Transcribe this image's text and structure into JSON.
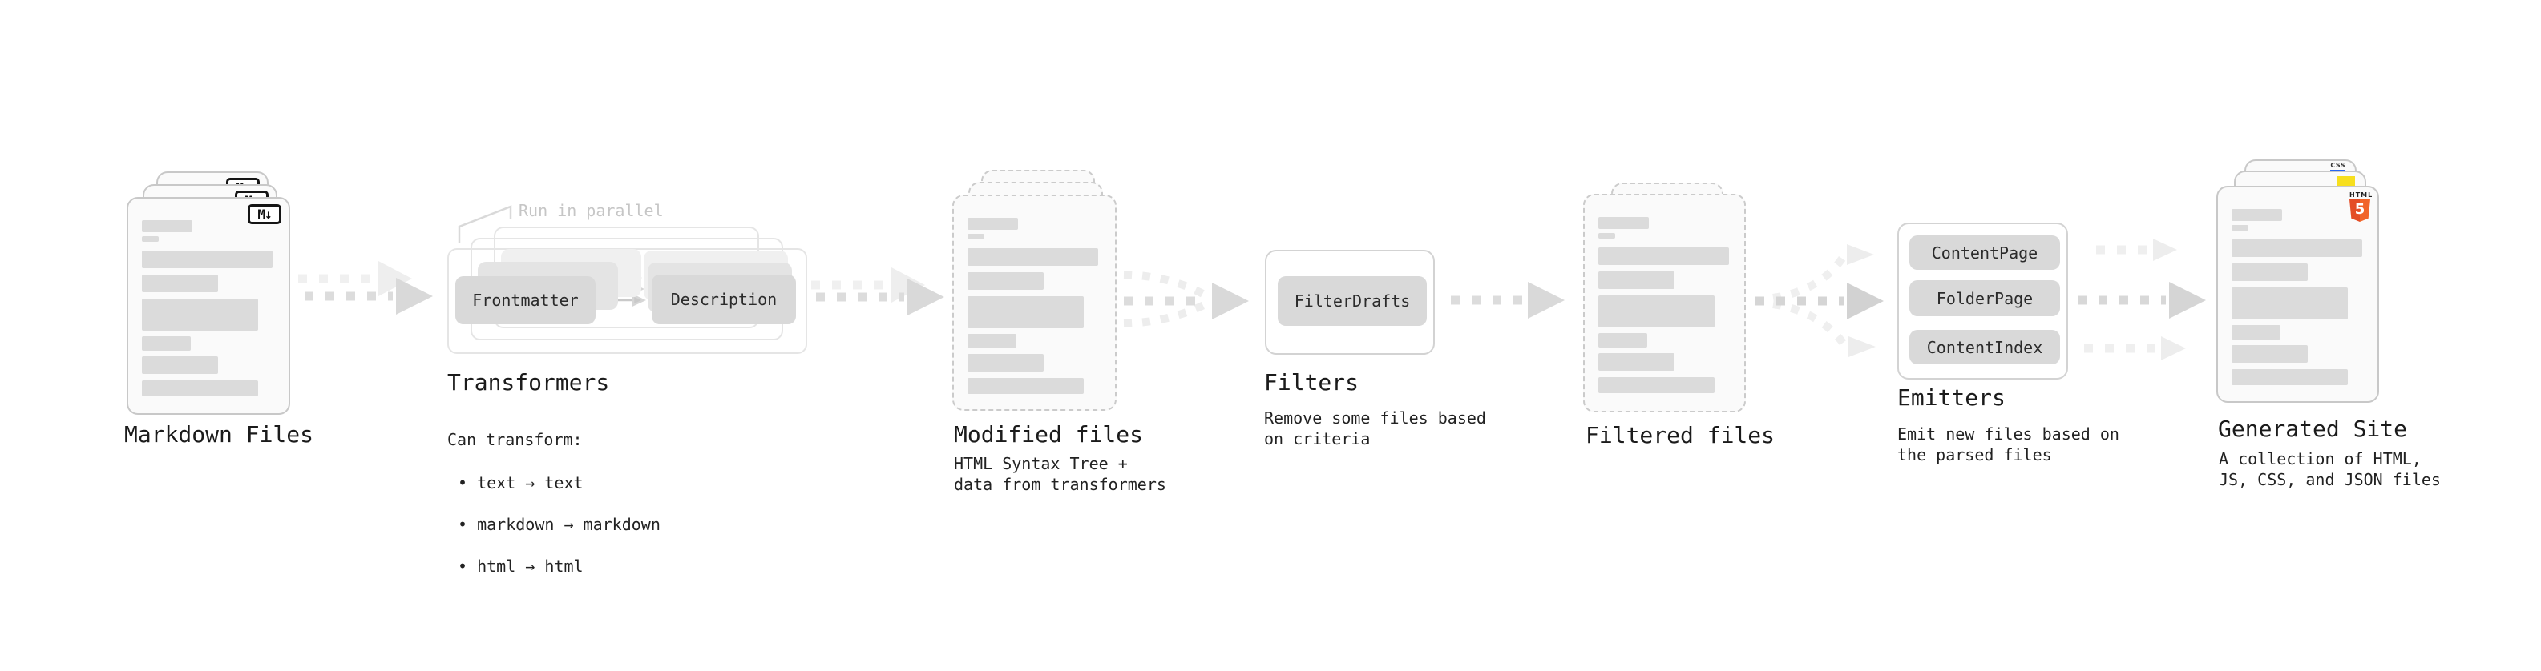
{
  "stages": {
    "markdown": {
      "label": "Markdown Files",
      "badge": "M↓"
    },
    "transformers": {
      "label": "Transformers",
      "note": "Run in parallel",
      "buttons": [
        "Frontmatter",
        "Description"
      ],
      "caption_title": "Can transform:",
      "bullets": [
        "• text → text",
        "• markdown → markdown",
        "• html → html"
      ]
    },
    "modified": {
      "label": "Modified files",
      "caption": "HTML Syntax Tree +\ndata from transformers"
    },
    "filters": {
      "label": "Filters",
      "button": "FilterDrafts",
      "caption": "Remove some files based\non criteria"
    },
    "filtered": {
      "label": "Filtered files"
    },
    "emitters": {
      "label": "Emitters",
      "buttons": [
        "ContentPage",
        "FolderPage",
        "ContentIndex"
      ],
      "caption": "Emit new files based on\nthe parsed files"
    },
    "generated": {
      "label": "Generated Site",
      "caption": "A collection of HTML,\nJS, CSS, and JSON files",
      "badges": {
        "css": "CSS",
        "html_word": "HTML",
        "html_number": "5"
      }
    }
  },
  "colors": {
    "html5_orange": "#E44D26",
    "html5_orange_light": "#F16529",
    "js_yellow": "#F7DF1E",
    "css_blue": "#2965F1",
    "card_border": "#C8C8C8",
    "skeleton_bar": "#DBDBDB",
    "arrow_gray": "#D9D9D9"
  }
}
